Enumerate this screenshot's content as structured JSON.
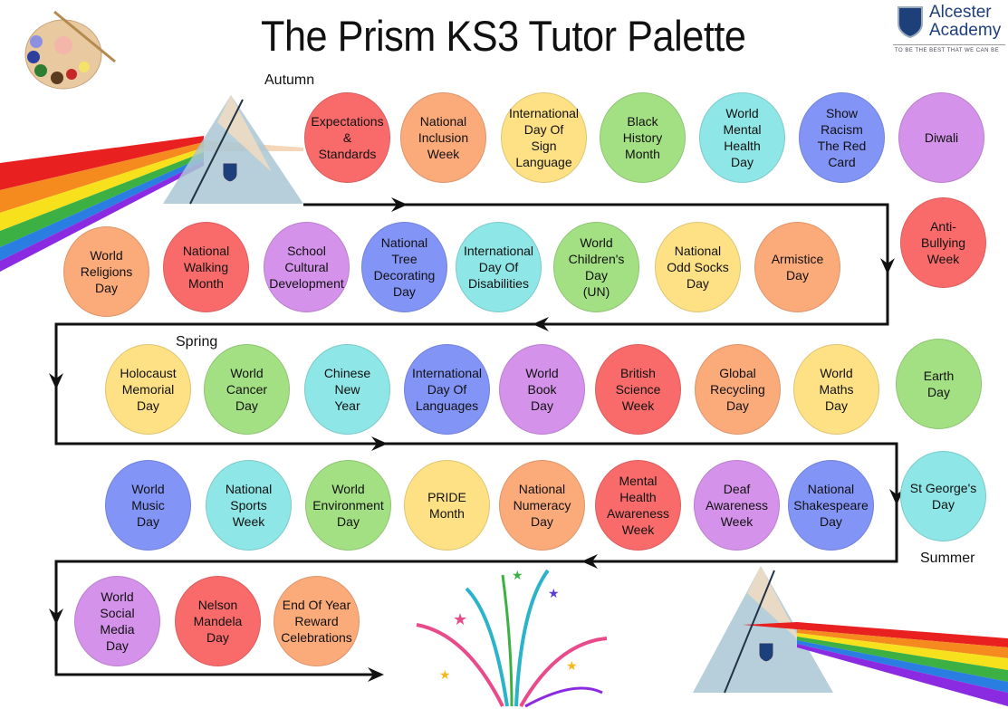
{
  "title": "The Prism KS3 Tutor Palette",
  "logo": {
    "name_line1": "Alcester",
    "name_line2": "Academy",
    "tagline": "TO BE THE BEST THAT WE CAN BE"
  },
  "seasons": {
    "autumn": "Autumn",
    "spring": "Spring",
    "summer": "Summer"
  },
  "colors": {
    "red": "#f96b6b",
    "orange": "#fbaa7a",
    "yellow": "#fde184",
    "green": "#a3e083",
    "cyan": "#8ee6e6",
    "blue": "#8394f7",
    "purple": "#d492ea"
  },
  "events": [
    {
      "label": "Expectations\n&\nStandards",
      "color": "red"
    },
    {
      "label": "National\nInclusion\nWeek",
      "color": "orange"
    },
    {
      "label": "International\nDay Of\nSign Language",
      "color": "yellow"
    },
    {
      "label": "Black\nHistory\nMonth",
      "color": "green"
    },
    {
      "label": "World\nMental\nHealth\nDay",
      "color": "cyan"
    },
    {
      "label": "Show\nRacism\nThe Red\nCard",
      "color": "blue"
    },
    {
      "label": "Diwali",
      "color": "purple"
    },
    {
      "label": "Anti-\nBullying\nWeek",
      "color": "red"
    },
    {
      "label": "Armistice\nDay",
      "color": "orange"
    },
    {
      "label": "National\nOdd Socks\nDay",
      "color": "yellow"
    },
    {
      "label": "World\nChildren's\nDay\n(UN)",
      "color": "green"
    },
    {
      "label": "International\nDay Of\nDisabilities",
      "color": "cyan"
    },
    {
      "label": "National\nTree\nDecorating\nDay",
      "color": "blue"
    },
    {
      "label": "School\nCultural\nDevelopment",
      "color": "purple"
    },
    {
      "label": "National\nWalking\nMonth",
      "color": "red"
    },
    {
      "label": "World\nReligions\nDay",
      "color": "orange"
    },
    {
      "label": "Holocaust\nMemorial\nDay",
      "color": "yellow"
    },
    {
      "label": "World\nCancer\nDay",
      "color": "green"
    },
    {
      "label": "Chinese\nNew\nYear",
      "color": "cyan"
    },
    {
      "label": "International\nDay Of\nLanguages",
      "color": "blue"
    },
    {
      "label": "World\nBook\nDay",
      "color": "purple"
    },
    {
      "label": "British\nScience\nWeek",
      "color": "red"
    },
    {
      "label": "Global\nRecycling\nDay",
      "color": "orange"
    },
    {
      "label": "World\nMaths\nDay",
      "color": "yellow"
    },
    {
      "label": "Earth\nDay",
      "color": "green"
    },
    {
      "label": "St George's\nDay",
      "color": "cyan"
    },
    {
      "label": "National\nShakespeare\nDay",
      "color": "blue"
    },
    {
      "label": "Deaf\nAwareness\nWeek",
      "color": "purple"
    },
    {
      "label": "Mental\nHealth\nAwareness\nWeek",
      "color": "red"
    },
    {
      "label": "National\nNumeracy\nDay",
      "color": "orange"
    },
    {
      "label": "PRIDE\nMonth",
      "color": "yellow"
    },
    {
      "label": "World\nEnvironment\nDay",
      "color": "green"
    },
    {
      "label": "National\nSports\nWeek",
      "color": "cyan"
    },
    {
      "label": "World\nMusic\nDay",
      "color": "blue"
    },
    {
      "label": "World\nSocial\nMedia\nDay",
      "color": "purple"
    },
    {
      "label": "Nelson\nMandela\nDay",
      "color": "red"
    },
    {
      "label": "End Of Year\nReward\nCelebrations",
      "color": "orange"
    }
  ]
}
